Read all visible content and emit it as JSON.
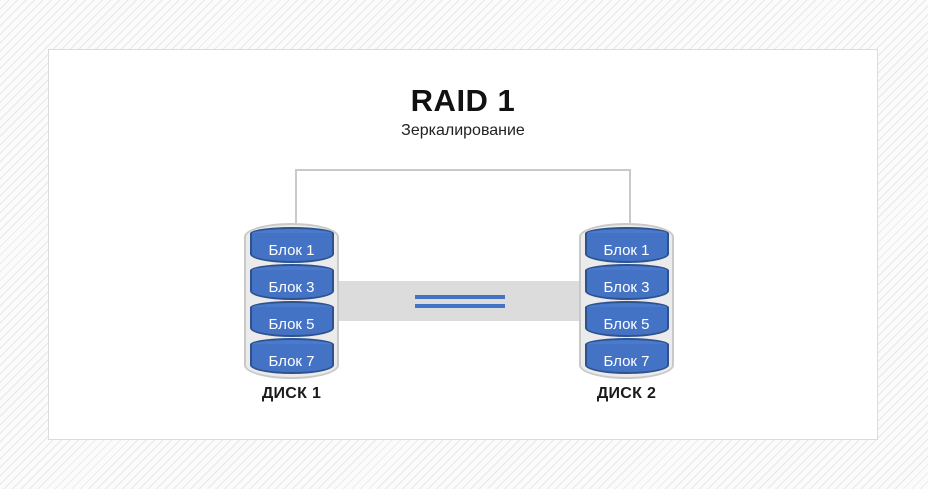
{
  "diagram": {
    "title": "RAID 1",
    "subtitle": "Зеркалирование",
    "disks": [
      {
        "label": "ДИСК 1",
        "blocks": [
          "Блок 1",
          "Блок 3",
          "Блок 5",
          "Блок 7"
        ]
      },
      {
        "label": "ДИСК 2",
        "blocks": [
          "Блок 1",
          "Блок 3",
          "Блок 5",
          "Блок 7"
        ]
      }
    ],
    "icons": {
      "mirror_equals": "equals-icon"
    },
    "colors": {
      "block_fill": "#4472C4",
      "block_border": "#2F528F",
      "block_text": "#FFFFFF",
      "shell_fill": "#EBEBEB",
      "shell_border": "#C9C9C9",
      "band_fill": "#DCDCDC",
      "connector_line": "#C9C9C9",
      "equals_bars": "#4472C4",
      "title_text": "#111111"
    }
  }
}
